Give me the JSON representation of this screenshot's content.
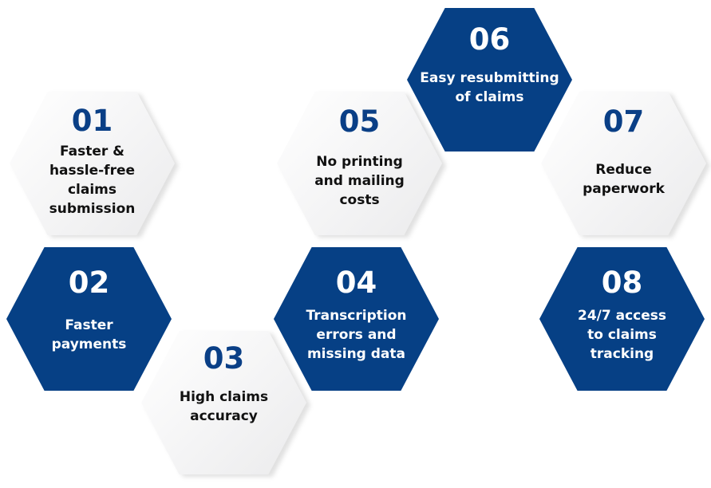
{
  "colors": {
    "dark": "#064085",
    "light": "#f3f3f4"
  },
  "items": [
    {
      "number": "01",
      "label": "Faster &\nhassle-free\nclaims\nsubmission"
    },
    {
      "number": "02",
      "label": "Faster\npayments"
    },
    {
      "number": "03",
      "label": "High claims\naccuracy"
    },
    {
      "number": "04",
      "label": "Transcription\nerrors and\nmissing data"
    },
    {
      "number": "05",
      "label": "No printing\nand mailing\ncosts"
    },
    {
      "number": "06",
      "label": "Easy resubmitting\nof claims"
    },
    {
      "number": "07",
      "label": "Reduce\npaperwork"
    },
    {
      "number": "08",
      "label": "24/7 access\nto claims\ntracking"
    }
  ]
}
